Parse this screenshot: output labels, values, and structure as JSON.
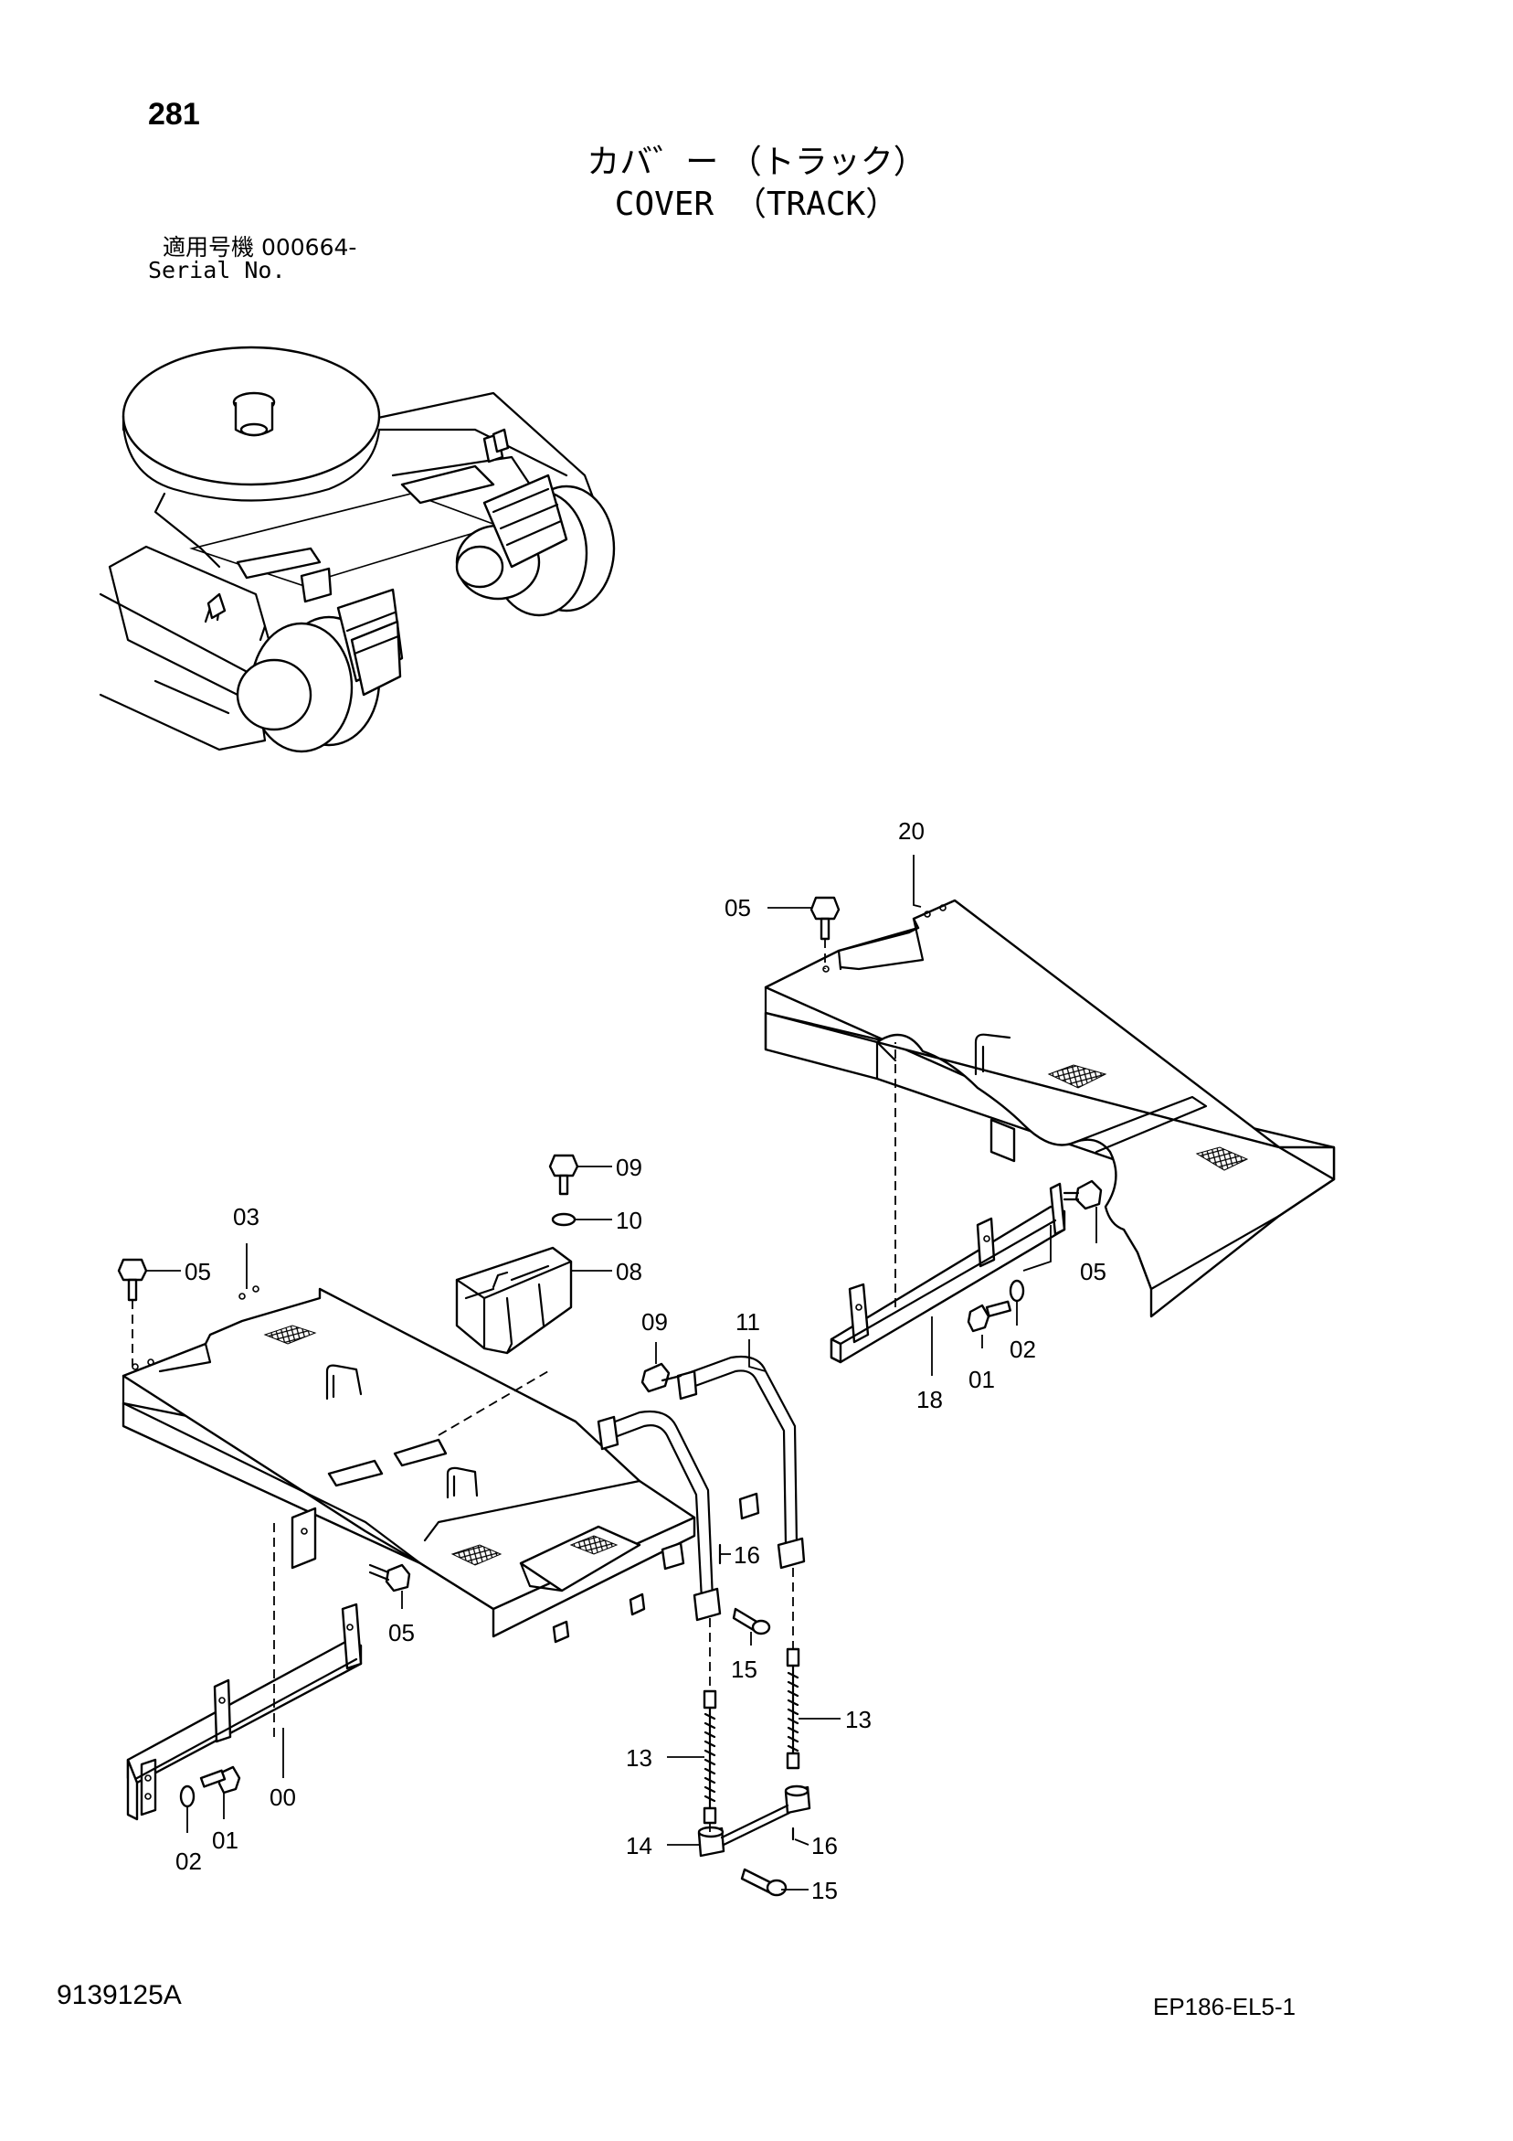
{
  "header": {
    "page_number": "281",
    "title_jp": "カバ゛ー （トラック）",
    "title_en": "COVER （TRACK）",
    "serial_label_jp": "適用号機",
    "serial_value": "000664-",
    "serial_label_en": "Serial No."
  },
  "callouts": {
    "c20": "20",
    "c05_top": "05",
    "c03": "03",
    "c05_left": "05",
    "c09_top": "09",
    "c10": "10",
    "c08": "08",
    "c09_mid": "09",
    "c11": "11",
    "c05_right": "05",
    "c02_right": "02",
    "c01_right": "01",
    "c18": "18",
    "c16_upper": "16",
    "c15_upper": "15",
    "c05_lower": "05",
    "c13_right": "13",
    "c13_left": "13",
    "c00": "00",
    "c01_left": "01",
    "c02_left": "02",
    "c14": "14",
    "c16_lower": "16",
    "c15_lower": "15"
  },
  "footer": {
    "drawing_code": "9139125A",
    "sheet_code": "EP186-EL5-1"
  }
}
